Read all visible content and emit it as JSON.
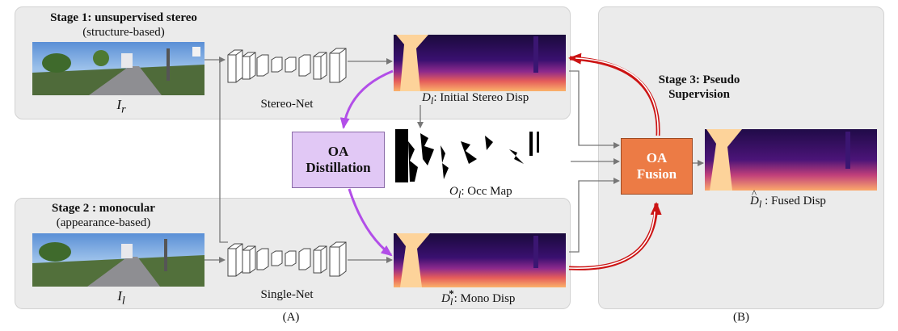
{
  "colors": {
    "panel": "#ebebeb",
    "oa_distillation": "#e1c8f5",
    "oa_fusion": "#ec7b45",
    "distill_arrow": "#b24ee8",
    "pseudo_arrow": "#cc1414"
  },
  "stage1": {
    "title": "Stage 1: unsupervised stereo",
    "subtitle": "(structure-based)",
    "image_label_main": "I",
    "image_label_sub": "r"
  },
  "stage2": {
    "title": "Stage 2 : monocular",
    "subtitle": "(appearance-based)",
    "image_label_main": "I",
    "image_label_sub": "l"
  },
  "stage3": {
    "title_line1": "Stage 3: Pseudo",
    "title_line2": "Supervision"
  },
  "networks": {
    "stereo": "Stereo-Net",
    "single": "Single-Net"
  },
  "outputs": {
    "initial_disp": {
      "sym": "D",
      "sub": "l",
      "text": ": Initial Stereo Disp"
    },
    "occ_map": {
      "sym": "O",
      "sub": "l",
      "text": ": Occ Map"
    },
    "mono_disp": {
      "sym": "D",
      "sub": "l",
      "sup": "*",
      "text": ": Mono Disp"
    },
    "fused_disp": {
      "sym": "D",
      "sub": "l",
      "hat": "^",
      "text": " : Fused Disp"
    }
  },
  "modules": {
    "distillation_line1": "OA",
    "distillation_line2": "Distillation",
    "fusion_line1": "OA",
    "fusion_line2": "Fusion"
  },
  "panel_labels": {
    "a": "(A)",
    "b": "(B)"
  }
}
